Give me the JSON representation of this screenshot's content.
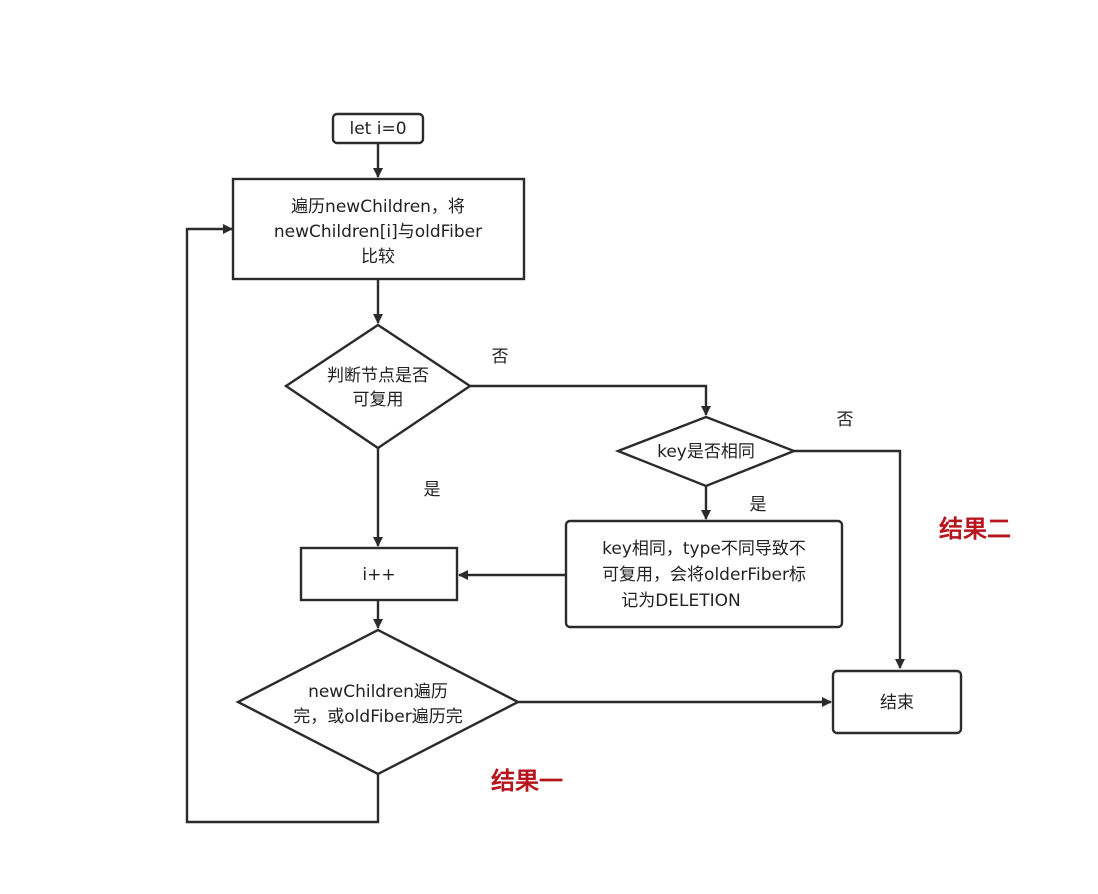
{
  "nodes": {
    "start": {
      "label": "let i=0"
    },
    "compare": {
      "lines": [
        "遍历newChildren，将",
        "newChildren[i]与oldFiber",
        "比较"
      ]
    },
    "reusable_check": {
      "lines": [
        "判断节点是否",
        "可复用"
      ]
    },
    "key_check": {
      "label": "key是否相同"
    },
    "increment": {
      "label": "i++"
    },
    "deletion": {
      "lines": [
        "key相同，type不同导致不",
        "可复用，会将olderFiber标",
        "记为DELETION"
      ]
    },
    "traversal_done": {
      "lines": [
        "newChildren遍历",
        "完，或oldFiber遍历完"
      ]
    },
    "end": {
      "label": "结束"
    }
  },
  "edge_labels": {
    "reusable_no": "否",
    "reusable_yes": "是",
    "key_no": "否",
    "key_yes": "是"
  },
  "results": {
    "result_one": "结果一",
    "result_two": "结果二"
  },
  "colors": {
    "stroke": "#2b2b2b",
    "result": "#b8161e"
  }
}
